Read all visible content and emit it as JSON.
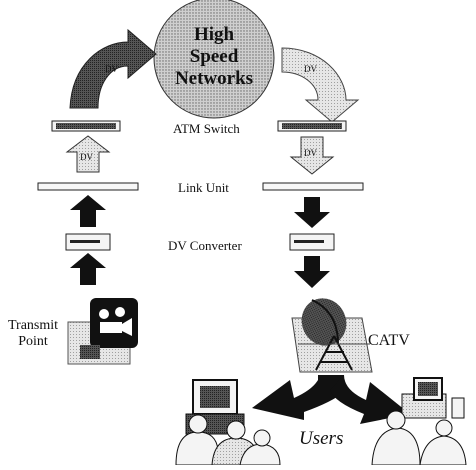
{
  "network": {
    "line1": "High",
    "line2": "Speed",
    "line3": "Networks"
  },
  "labels": {
    "atm_switch": "ATM Switch",
    "link_unit": "Link Unit",
    "dv_converter": "DV Converter",
    "transmit_line1": "Transmit",
    "transmit_line2": "Point",
    "catv": "CATV",
    "users": "Users",
    "dv": "DV"
  }
}
